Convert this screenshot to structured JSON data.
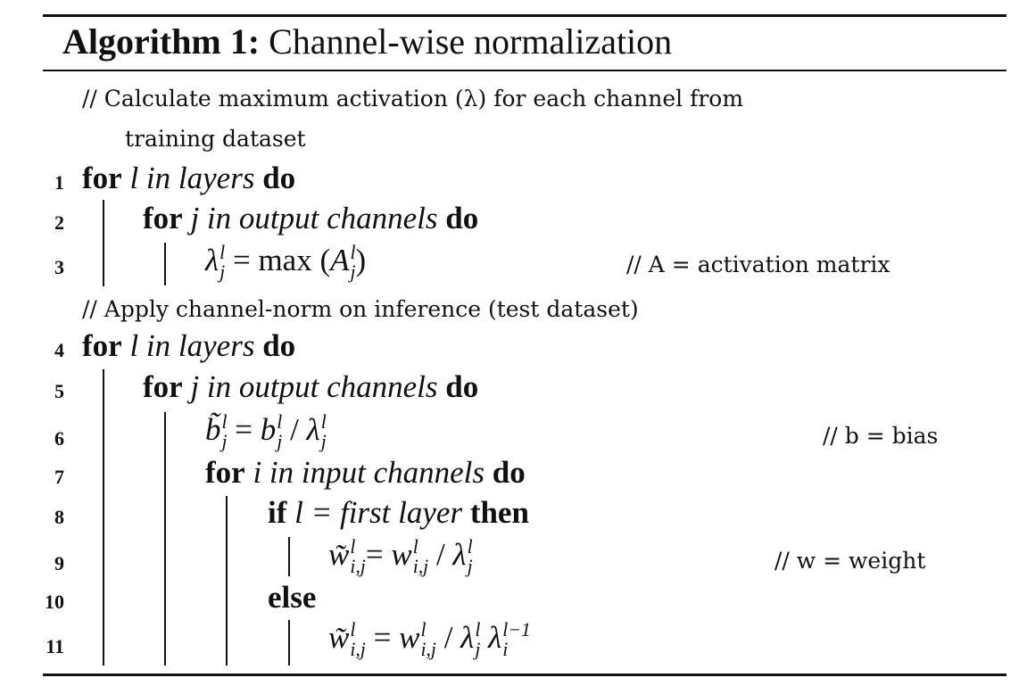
{
  "algorithm": {
    "label": "Algorithm 1:",
    "name": "Channel-wise normalization"
  },
  "comments": {
    "c1_line1": "// Calculate maximum activation (λ) for each channel from",
    "c1_line2": "training dataset",
    "c2": "// Apply channel-norm on inference (test dataset)",
    "r3": "// A = activation matrix",
    "r6": "// b = bias",
    "r9": "// w = weight"
  },
  "keywords": {
    "for": "for",
    "do": "do",
    "if": "if",
    "then": "then",
    "else": "else"
  },
  "lines": [
    {
      "no": "1",
      "expr": "l in layers"
    },
    {
      "no": "2",
      "expr": "j in output channels"
    },
    {
      "no": "3",
      "expr": "λ = max (A)"
    },
    {
      "no": "4",
      "expr": "l in layers"
    },
    {
      "no": "5",
      "expr": "j in output channels"
    },
    {
      "no": "6",
      "expr": "b̃ = b / λ"
    },
    {
      "no": "7",
      "expr": "i in input channels"
    },
    {
      "no": "8",
      "expr": "l = first layer"
    },
    {
      "no": "9",
      "expr": "w̃ = w / λ"
    },
    {
      "no": "10",
      "expr": ""
    },
    {
      "no": "11",
      "expr": "w̃ = w / λ λ"
    }
  ],
  "math": {
    "lambda": "λ",
    "A": "A",
    "b": "b",
    "btilde": "b̃",
    "w": "w",
    "wtilde": "w̃",
    "max": "max",
    "eq": "=",
    "slash": "/",
    "l": "l",
    "j": "j",
    "ij": "i,j",
    "i": "i",
    "lminus1": "l−1"
  }
}
